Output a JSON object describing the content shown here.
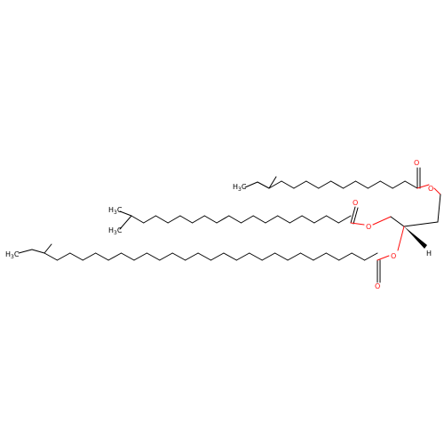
{
  "diagram": {
    "type": "skeletal-structure",
    "colors": {
      "bond": "#000000",
      "oxygen": "#ff0d0d",
      "background": "#ffffff"
    },
    "labels": {
      "methyl_h": "H",
      "methyl_sub": "3",
      "methyl_c": "C",
      "oxygen": "O",
      "hydrogen": "H"
    }
  }
}
